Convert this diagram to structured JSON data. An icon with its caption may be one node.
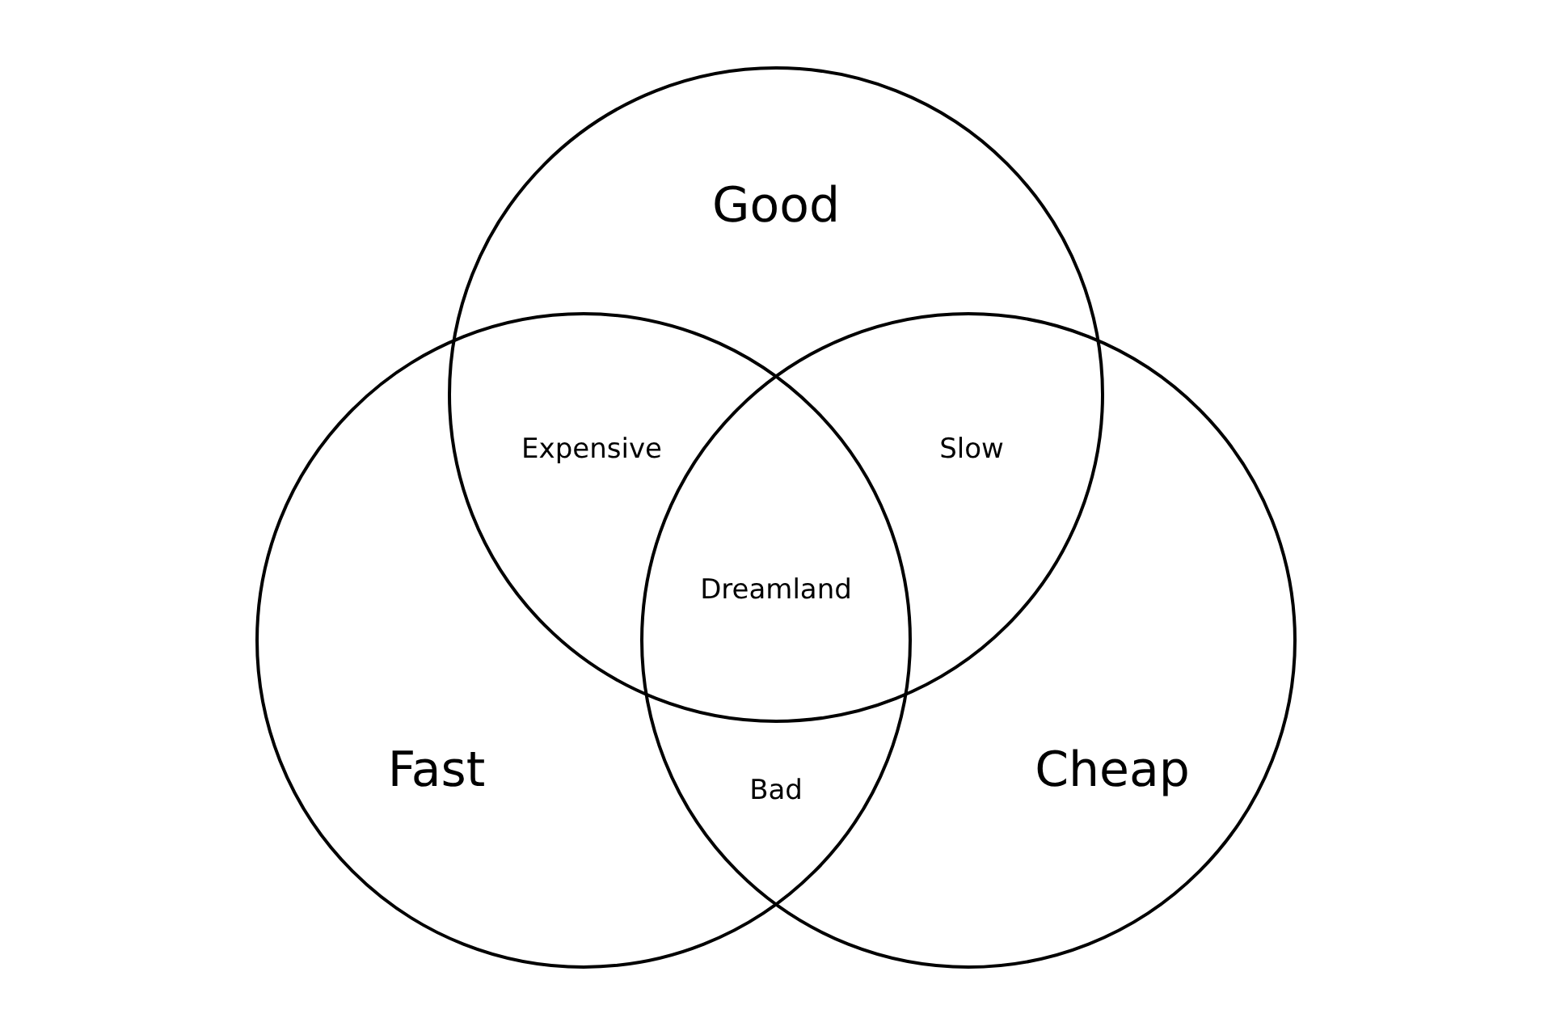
{
  "diagram": {
    "nodes": [
      {
        "text": [
          "Good"
        ]
      },
      {
        "text": [
          "Fast"
        ]
      },
      {
        "text": [
          "Cheap"
        ]
      }
    ],
    "labels": [
      "Expensive",
      "Slow",
      "Dreamland",
      "Bad"
    ]
  }
}
